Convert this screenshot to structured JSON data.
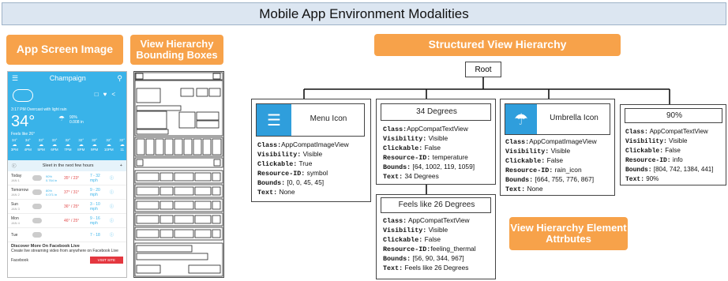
{
  "banner": "Mobile App Environment Modalities",
  "labels": {
    "app_screen": "App Screen Image",
    "view_hierarchy_bb": "View Hierarchy Bounding Boxes",
    "structured": "Structured View Hierarchy",
    "element_attrs": "View Hierarchy Element Attrbutes"
  },
  "phone": {
    "city": "Champaign",
    "desc": "3:17 PM Overcast with light rain",
    "temp": "34°",
    "feels": "Feels like 26°",
    "rain_pct": "90%",
    "rain_amt": "0.008 in",
    "hours": [
      {
        "t": "34°",
        "h": "3PM"
      },
      {
        "t": "34°",
        "h": "4PM"
      },
      {
        "t": "33°",
        "h": "5PM"
      },
      {
        "t": "33°",
        "h": "6PM"
      },
      {
        "t": "32°",
        "h": "7PM"
      },
      {
        "t": "32°",
        "h": "8PM"
      },
      {
        "t": "32°",
        "h": "9PM"
      },
      {
        "t": "32°",
        "h": "10PM"
      },
      {
        "t": "32°",
        "h": "11"
      }
    ],
    "alert": "Sleet in the next few hours",
    "rows": [
      {
        "day": "Today",
        "sub": "JAN 1",
        "pct": "90%",
        "amt": "0.764 in",
        "temp": "35° / 23°",
        "wind": "7 - 32 mph"
      },
      {
        "day": "Tomorrow",
        "sub": "JAN 2",
        "pct": "80%",
        "amt": "0.071 in",
        "temp": "37° / 31°",
        "wind": "9 - 20 mph"
      },
      {
        "day": "Sun",
        "sub": "JAN 3",
        "pct": "",
        "amt": "",
        "temp": "36° / 25°",
        "wind": "3 - 10 mph"
      },
      {
        "day": "Mon",
        "sub": "JAN 4",
        "pct": "",
        "amt": "",
        "temp": "46° / 25°",
        "wind": "9 - 16 mph"
      },
      {
        "day": "Tue",
        "sub": "",
        "pct": "",
        "amt": "",
        "temp": "",
        "wind": "7 - 18"
      }
    ],
    "ad_title": "Discover More On Facebook Live",
    "ad_text": "Create live streaming video from anywhere on Facebook Live",
    "ad_source": "Facebook",
    "ad_button": "VISIT SITE"
  },
  "tree": {
    "root": "Root",
    "menu": {
      "title": "Menu Icon",
      "class": "AppCompatImageView",
      "visibility": "Visible",
      "clickable": "True",
      "resource_id": "symbol",
      "bounds": "[0, 0, 45, 45]",
      "text": "None"
    },
    "degrees": {
      "title": "34 Degrees",
      "class": "AppCompatTextView",
      "visibility": "Visible",
      "clickable": "False",
      "resource_id": "temperature",
      "bounds": "[64, 1002, 119, 1059]",
      "text": "34 Degrees"
    },
    "feels": {
      "title": "Feels like 26 Degrees",
      "class": " AppCompatTextView",
      "visibility": "Visible",
      "clickable": "False",
      "resource_id": "feeling_thermal",
      "bounds": "[56, 90, 344, 967]",
      "text": "Feels like 26 Degrees"
    },
    "umbrella": {
      "title": "Umbrella Icon",
      "class": "AppCompatImageView",
      "visibility": "Visible",
      "clickable": "False",
      "resource_id": "rain_icon",
      "bounds": "[664, 755, 776, 867]",
      "text": "None"
    },
    "percent": {
      "title": "90%",
      "class": " AppCompatTextView",
      "visibility": "Visible",
      "clickable": "False",
      "resource_id": "info",
      "bounds": "[804, 742, 1384, 441]",
      "text": "90%"
    }
  },
  "keys": {
    "class": "Class:",
    "visibility": "Visibility:",
    "clickable": "Clickable:",
    "resource_id": "Resource-ID:",
    "bounds": "Bounds:",
    "text": "Text:"
  }
}
